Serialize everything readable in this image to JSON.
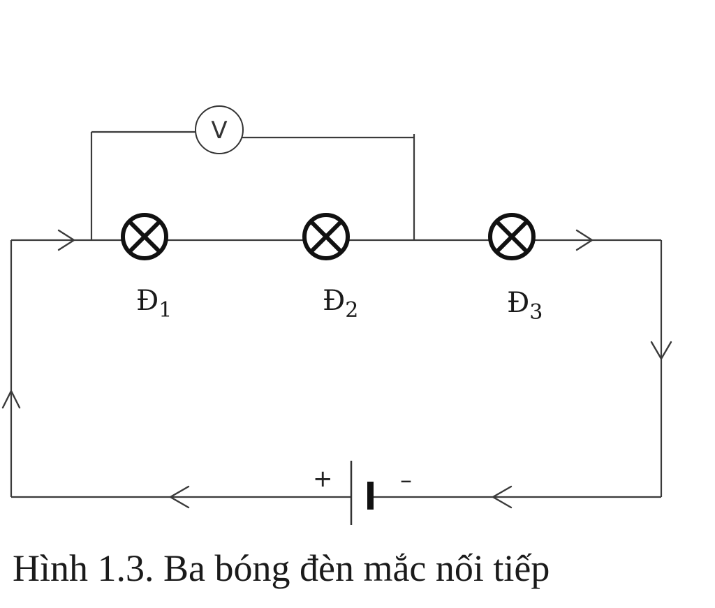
{
  "voltmeter": {
    "symbol": "V"
  },
  "lamps": [
    {
      "label": "Đ",
      "sub": "1"
    },
    {
      "label": "Đ",
      "sub": "2"
    },
    {
      "label": "Đ",
      "sub": "3"
    }
  ],
  "battery": {
    "plus": "+",
    "minus": "–"
  },
  "caption": "Hình 1.3. Ba bóng đèn mắc nối tiếp"
}
